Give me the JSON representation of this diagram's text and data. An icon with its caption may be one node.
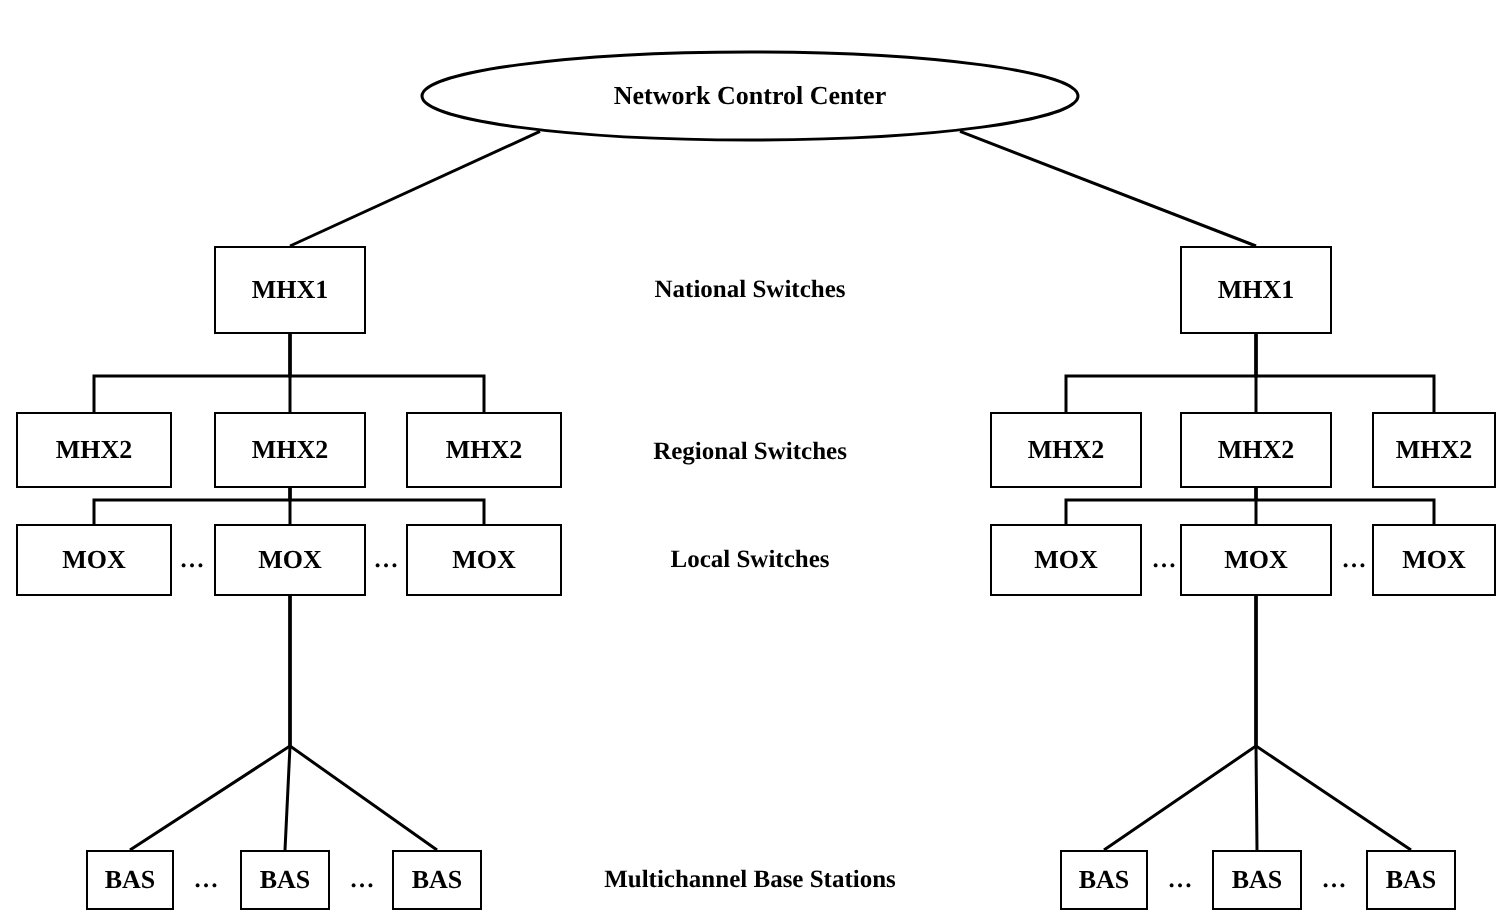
{
  "diagram": {
    "nodes": [
      {
        "text": [
          "Network Control Center"
        ]
      },
      {
        "text": [
          "MHX1"
        ]
      },
      {
        "text": [
          "MHX1"
        ]
      },
      {
        "text": [
          "MHX2"
        ]
      },
      {
        "text": [
          "MHX2"
        ]
      },
      {
        "text": [
          "MHX2"
        ]
      },
      {
        "text": [
          "MHX2"
        ]
      },
      {
        "text": [
          "MHX2"
        ]
      },
      {
        "text": [
          "MHX2"
        ]
      },
      {
        "text": [
          "MOX"
        ]
      },
      {
        "text": [
          "MOX"
        ]
      },
      {
        "text": [
          "MOX"
        ]
      },
      {
        "text": [
          "MOX"
        ]
      },
      {
        "text": [
          "MOX"
        ]
      },
      {
        "text": [
          "MOX"
        ]
      },
      {
        "text": [
          "BAS"
        ]
      },
      {
        "text": [
          "BAS"
        ]
      },
      {
        "text": [
          "BAS"
        ]
      },
      {
        "text": [
          "BAS"
        ]
      },
      {
        "text": [
          "BAS"
        ]
      },
      {
        "text": [
          "BAS"
        ]
      }
    ],
    "edges": [
      {
        "from": 0,
        "to": 1,
        "arrow": "none"
      },
      {
        "from": 0,
        "to": 2,
        "arrow": "none"
      },
      {
        "from": 1,
        "to": 3,
        "arrow": "none"
      },
      {
        "from": 1,
        "to": 4,
        "arrow": "none"
      },
      {
        "from": 1,
        "to": 5,
        "arrow": "none"
      },
      {
        "from": 2,
        "to": 6,
        "arrow": "none"
      },
      {
        "from": 2,
        "to": 7,
        "arrow": "none"
      },
      {
        "from": 2,
        "to": 8,
        "arrow": "none"
      },
      {
        "from": 4,
        "to": 9,
        "arrow": "none"
      },
      {
        "from": 4,
        "to": 10,
        "arrow": "none"
      },
      {
        "from": 4,
        "to": 11,
        "arrow": "none"
      },
      {
        "from": 7,
        "to": 12,
        "arrow": "none"
      },
      {
        "from": 7,
        "to": 13,
        "arrow": "none"
      },
      {
        "from": 7,
        "to": 14,
        "arrow": "none"
      },
      {
        "from": 10,
        "to": 15,
        "arrow": "none"
      },
      {
        "from": 10,
        "to": 16,
        "arrow": "none"
      },
      {
        "from": 10,
        "to": 17,
        "arrow": "none"
      },
      {
        "from": 13,
        "to": 18,
        "arrow": "none"
      },
      {
        "from": 13,
        "to": 19,
        "arrow": "none"
      },
      {
        "from": 13,
        "to": 20,
        "arrow": "none"
      }
    ],
    "labels": [
      "National Switches",
      "Regional Switches",
      "…",
      "…",
      "Local Switches",
      "…",
      "…",
      "…",
      "…",
      "Multichannel Base Stations",
      "…",
      "…"
    ]
  }
}
